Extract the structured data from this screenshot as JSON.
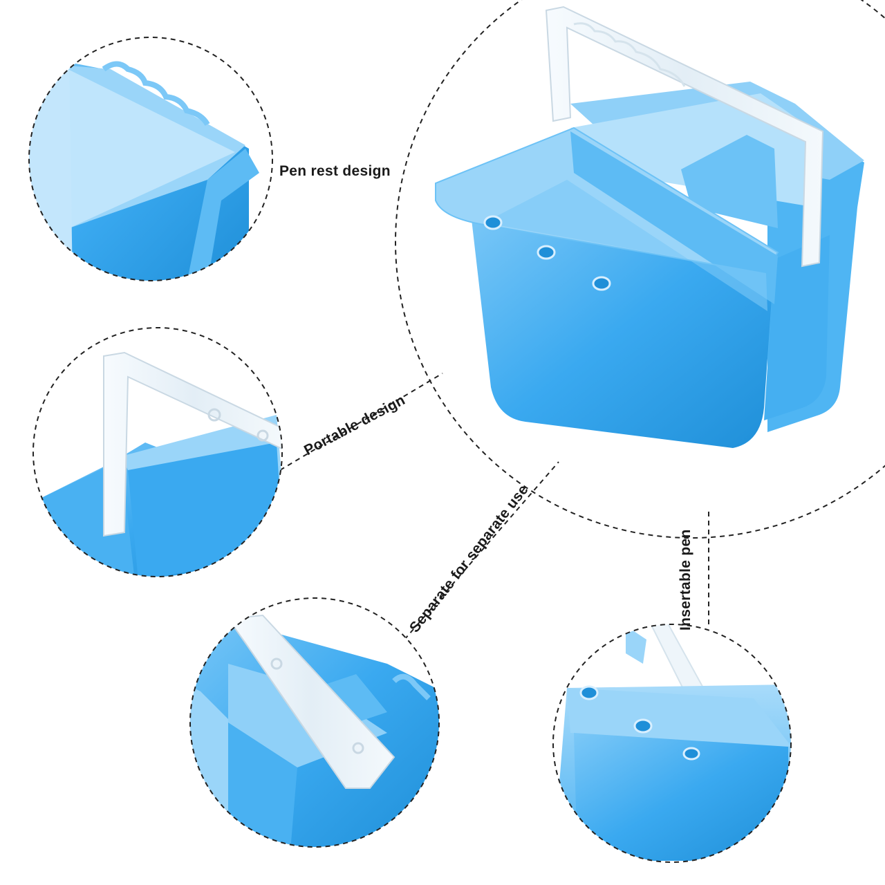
{
  "labels": {
    "pen_rest": "Pen rest design",
    "portable": "Portable design",
    "separate": "Separate for separate use",
    "insertable": "Insertable pen"
  },
  "colors": {
    "plastic_blue": "#3aa9f0",
    "plastic_blue_light": "#8fd0f8",
    "plastic_blue_dark": "#1f8fd8",
    "handle_clear": "#eef5fa",
    "handle_edge": "#c9d8e3",
    "dashed_line": "#222222",
    "background": "#ffffff"
  },
  "icons": {
    "main_product": "paint-bucket-illustration",
    "detail_pen_rest": "zoom-detail-pen-rest",
    "detail_portable": "zoom-detail-handle",
    "detail_separate": "zoom-detail-divider",
    "detail_insertable": "zoom-detail-pen-holes"
  }
}
